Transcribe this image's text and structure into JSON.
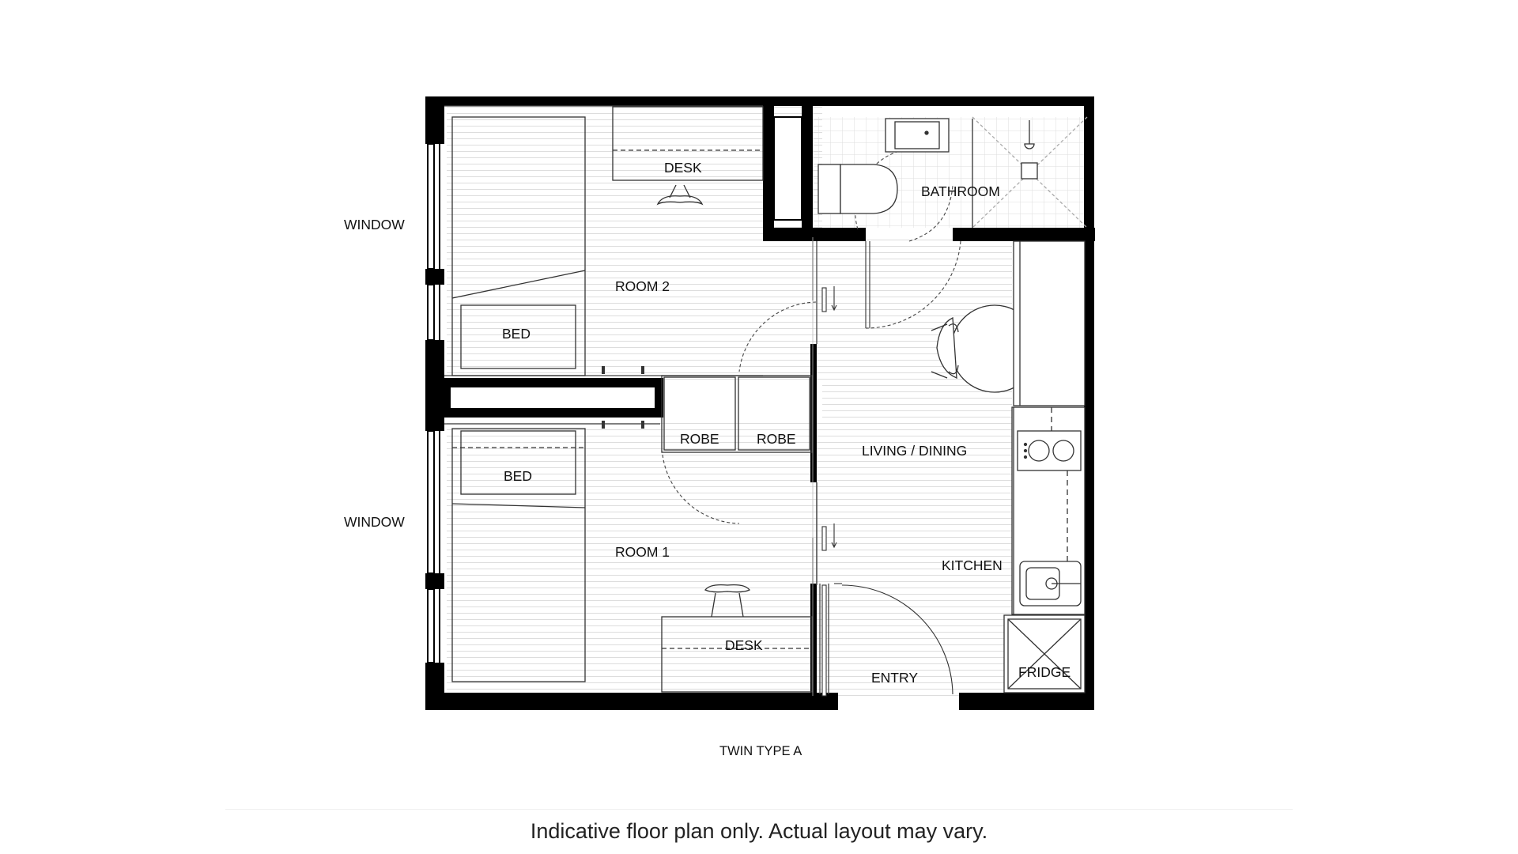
{
  "plan": {
    "title": "TWIN TYPE A",
    "labels": {
      "window_top": "WINDOW",
      "window_bottom": "WINDOW",
      "room2": "ROOM 2",
      "room1": "ROOM 1",
      "desk_top": "DESK",
      "desk_bottom": "DESK",
      "bed_top": "BED",
      "bed_bottom": "BED",
      "robe_left": "ROBE",
      "robe_right": "ROBE",
      "bathroom": "BATHROOM",
      "living_dining": "LIVING / DINING",
      "kitchen": "KITCHEN",
      "entry": "ENTRY",
      "fridge": "FRIDGE"
    }
  },
  "footer": {
    "disclaimer": "Indicative floor plan only. Actual layout may vary."
  },
  "colors": {
    "wall": "#000000",
    "line": "#3a3a3a",
    "floor_hatch": "#d9d9d9",
    "tile_grid": "#dcdcdc"
  }
}
